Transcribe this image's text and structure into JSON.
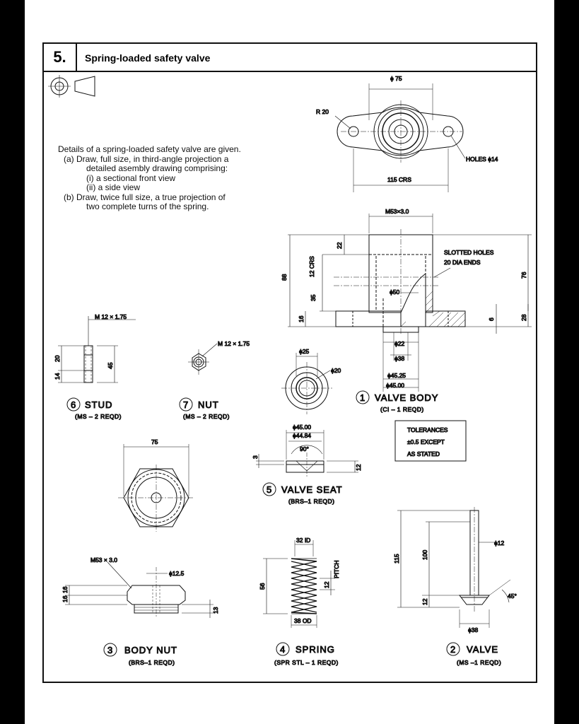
{
  "header": {
    "number": "5.",
    "title": "Spring-loaded safety valve"
  },
  "projection_symbol": "third-angle-projection-icon",
  "task": {
    "intro": "Details of a spring-loaded safety valve are given.",
    "a1": "(a)  Draw, full size, in third-angle projection a",
    "a2": "detailed asembly drawing comprising:",
    "a3": "(i)  a sectional front view",
    "a4": "(ii)  a side view",
    "b1": "(b)  Draw, twice full size, a true projection of",
    "b2": "two complete turns of the spring."
  },
  "flange": {
    "d75": "ϕ 75",
    "r20": "R 20",
    "holes": "HOLES ϕ14",
    "crs": "115 CRS"
  },
  "valve_body": {
    "m53": "M53×3.0",
    "slotted1": "SLOTTED HOLES",
    "slotted2": "20 DIA ENDS",
    "d50": "ϕ50",
    "d22": "ϕ22",
    "d38": "ϕ38",
    "d4525": "ϕ45.25",
    "d4500": "ϕ45.00",
    "h88": "88",
    "h22": "22",
    "h12crs": "12 CRS",
    "h35": "35",
    "h16": "16",
    "h76": "76",
    "h28": "28",
    "h6": "6",
    "num": "1",
    "label": "VALVE  BODY",
    "spec": "(CI – 1 REQD)"
  },
  "stud": {
    "m12": "M 12 × 1.75",
    "h20": "20",
    "h14": "14",
    "h45": "45",
    "num": "6",
    "label": "STUD",
    "spec": "(MS – 2 REQD)"
  },
  "nut": {
    "m12": "M 12 × 1.75",
    "num": "7",
    "label": "NUT",
    "spec": "(MS – 2 REQD)"
  },
  "seat_plan": {
    "d25": "ϕ25",
    "d20": "ϕ20"
  },
  "valve_seat": {
    "d4500": "ϕ45.00",
    "d4484": "ϕ44.84",
    "angle": "90°",
    "h3": "3",
    "h12": "12",
    "num": "5",
    "label": "VALVE  SEAT",
    "spec": "(BRS–1 REQD)"
  },
  "tolerances": {
    "l1": "TOLERANCES",
    "l2": "±0.5 EXCEPT",
    "l3": "AS STATED"
  },
  "body_nut": {
    "w75": "75",
    "m53": "M53 × 3.0",
    "d125": "ϕ12.5",
    "h16a": "16",
    "h16b": "16",
    "h13": "13",
    "num": "3",
    "label": "BODY  NUT",
    "spec": "(BRS–1 REQD)"
  },
  "spring": {
    "id": "32 ID",
    "od": "38 OD",
    "h56": "56",
    "pitch": "PITCH",
    "p12": "12",
    "num": "4",
    "label": "SPRING",
    "spec": "(SPR  STL – 1 REQD)"
  },
  "valve": {
    "h115": "115",
    "h100": "100",
    "h12": "12",
    "d12": "ϕ12",
    "a45": "45°",
    "d38": "ϕ38",
    "num": "2",
    "label": "VALVE",
    "spec": "(MS –1 REQD)"
  }
}
